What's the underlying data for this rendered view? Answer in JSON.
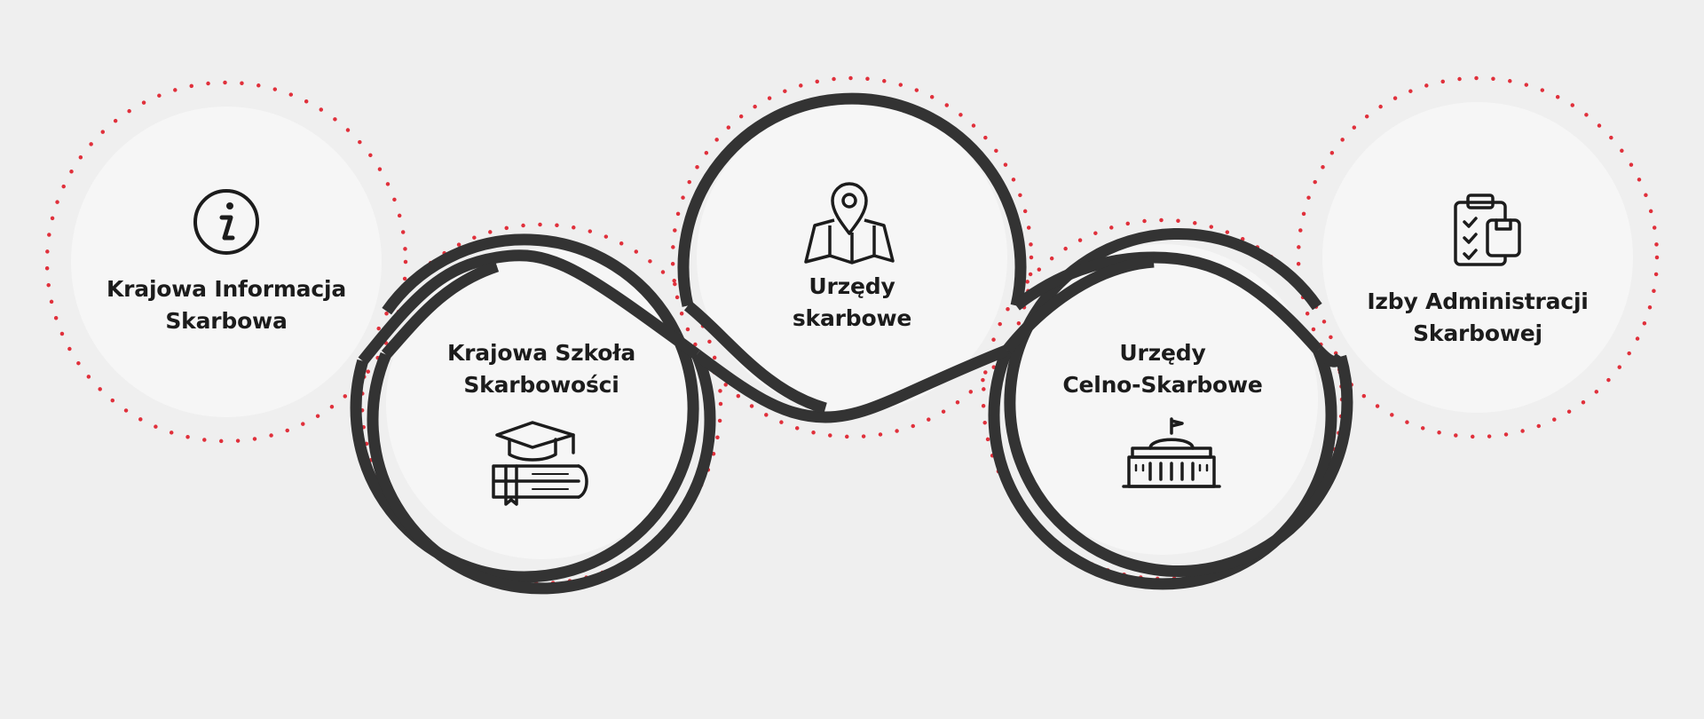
{
  "colors": {
    "background": "#efefef",
    "ring": "#333333",
    "dots": "#e0303b",
    "text": "#1c1c1c",
    "icon": "#1c1c1c"
  },
  "nodes": [
    {
      "id": "kis",
      "line1": "Krajowa Informacja",
      "line2": "Skarbowa",
      "icon": "info-icon"
    },
    {
      "id": "kss",
      "line1": "Krajowa Szkoła",
      "line2": "Skarbowości",
      "icon": "graduation-cap-books-icon"
    },
    {
      "id": "us",
      "line1": "Urzędy",
      "line2": "skarbowe",
      "icon": "map-pin-icon"
    },
    {
      "id": "ucs",
      "line1": "Urzędy",
      "line2": "Celno-Skarbowe",
      "icon": "government-building-icon"
    },
    {
      "id": "ias",
      "line1": "Izby Administracji",
      "line2": "Skarbowej",
      "icon": "clipboard-checklist-icon"
    }
  ]
}
